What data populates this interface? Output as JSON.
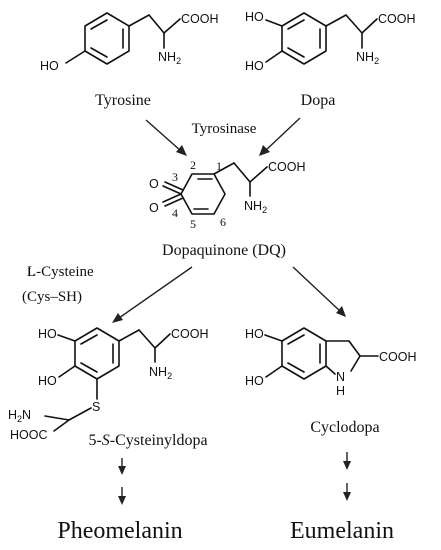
{
  "labels": {
    "tyrosine": "Tyrosine",
    "dopa": "Dopa",
    "tyrosinase": "Tyrosinase",
    "dopaquinone": "Dopaquinone (DQ)",
    "cysteine_line1": "L-Cysteine",
    "cysteine_line2": "(Cys–SH)",
    "cysteinyldopa_prefix": "5-",
    "cysteinyldopa_italic": "S",
    "cysteinyldopa_suffix": "-Cysteinyldopa",
    "cyclodopa": "Cyclodopa",
    "pheomelanin": "Pheomelanin",
    "eumelanin": "Eumelanin"
  },
  "atoms": {
    "cooh": "COOH",
    "nh": "NH",
    "h2n": "H",
    "two": "2",
    "ho": "HO",
    "o": "O",
    "s": "S",
    "hooc": "HOOC",
    "n": "N",
    "h": "H"
  },
  "ring_numbers": [
    "1",
    "2",
    "3",
    "4",
    "5",
    "6"
  ],
  "colors": {
    "ink": "#111111",
    "background": "#ffffff"
  }
}
